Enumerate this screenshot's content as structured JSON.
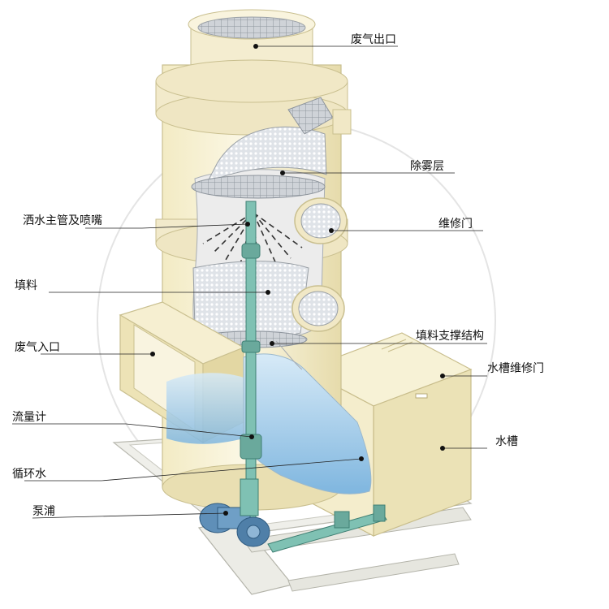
{
  "labels": {
    "exhaust_outlet": "废气出口",
    "demister": "除雾层",
    "spray_header": "洒水主管及喷嘴",
    "maintenance_door": "维修门",
    "packing": "填料",
    "packing_support": "填料支撑结构",
    "exhaust_inlet": "废气入口",
    "tank_maintenance_door": "水槽维修门",
    "flow_meter": "流量计",
    "water_tank": "水槽",
    "circulating_water": "循环水",
    "pump": "泵浦"
  },
  "colors": {
    "tower_body": "#f6f0cf",
    "tower_shadow": "#e7dcae",
    "packing": "#d9dde3",
    "water": "#9ec9e8",
    "pipe": "#6fb3a6",
    "frame": "#e9e9e4"
  }
}
